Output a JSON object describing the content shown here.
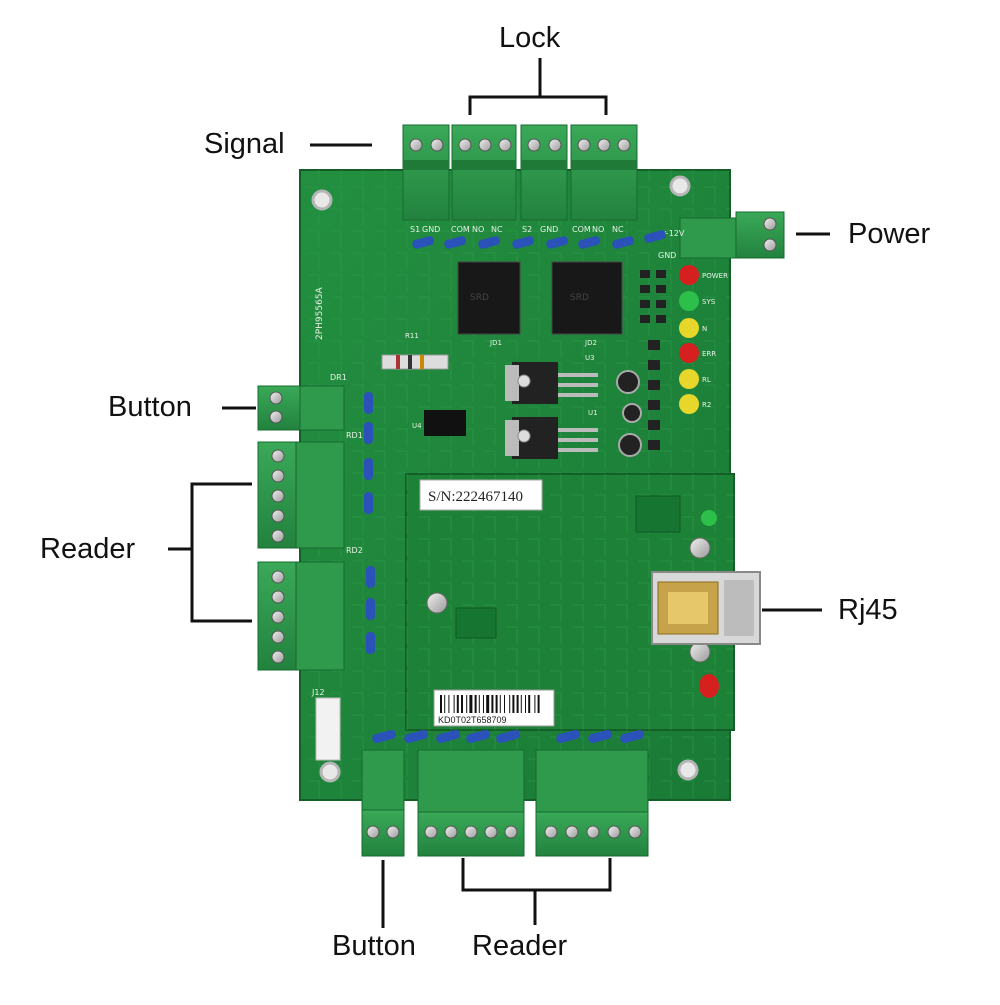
{
  "labels": {
    "lock": "Lock",
    "signal": "Signal",
    "power": "Power",
    "button_left": "Button",
    "reader_left": "Reader",
    "rj45": "Rj45",
    "button_bottom": "Button",
    "reader_bottom": "Reader"
  },
  "board": {
    "serial_number": "S/N:222467140",
    "barcode_text": "KD0T02T658709",
    "part_number": "2PH95565A",
    "silk_top": [
      "S1",
      "GND",
      "COM",
      "NO",
      "NC",
      "S2",
      "GND",
      "COM",
      "NO",
      "NC"
    ],
    "silk_power": [
      "+12V",
      "GND"
    ],
    "silk_leds": [
      "POWER",
      "SYS",
      "N",
      "ERR",
      "RL",
      "R2"
    ],
    "silk_misc": [
      "DR1",
      "RD1",
      "RD2",
      "J12",
      "U3",
      "U1",
      "U4",
      "JD1",
      "JD2",
      "R11"
    ]
  },
  "colors": {
    "pcb": "#1f8a3c",
    "pcb_dark": "#167030",
    "terminal": "#2f9a4c",
    "led_red": "#d62020",
    "led_green": "#2cc04a",
    "led_yellow": "#e6d72a",
    "jumper_blue": "#2a52b8"
  }
}
